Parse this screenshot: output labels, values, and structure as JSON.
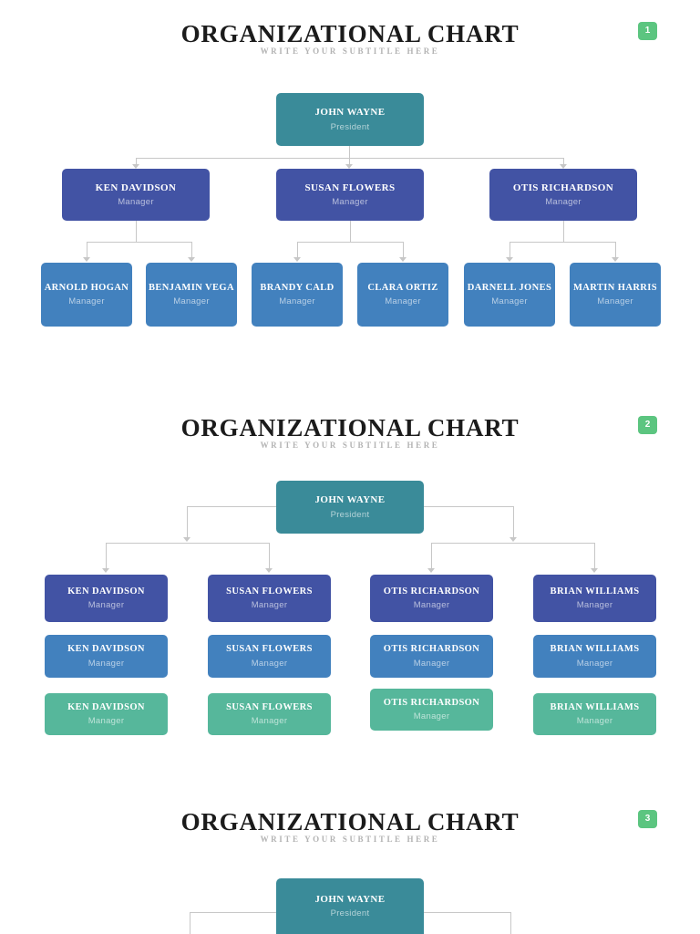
{
  "colors": {
    "teal": "#3A8B99",
    "indigo": "#4253A4",
    "blue": "#4281BE",
    "green": "#56B79B",
    "badge_green": "#5CC580",
    "connector": "#C7C7C7"
  },
  "sections": [
    {
      "title": "ORGANIZATIONAL CHART",
      "subtitle": "WRITE YOUR SUBTITLE HERE",
      "badge": "1",
      "president": {
        "name": "JOHN WAYNE",
        "role": "President"
      },
      "managers": [
        {
          "name": "KEN DAVIDSON",
          "role": "Manager"
        },
        {
          "name": "SUSAN FLOWERS",
          "role": "Manager"
        },
        {
          "name": "OTIS RICHARDSON",
          "role": "Manager"
        }
      ],
      "staff": [
        {
          "name": "ARNOLD HOGAN",
          "role": "Manager"
        },
        {
          "name": "BENJAMIN VEGA",
          "role": "Manager"
        },
        {
          "name": "BRANDY CALD",
          "role": "Manager"
        },
        {
          "name": "CLARA ORTIZ",
          "role": "Manager"
        },
        {
          "name": "DARNELL JONES",
          "role": "Manager"
        },
        {
          "name": "MARTIN HARRIS",
          "role": "Manager"
        }
      ]
    },
    {
      "title": "ORGANIZATIONAL CHART",
      "subtitle": "WRITE YOUR SUBTITLE HERE",
      "badge": "2",
      "president": {
        "name": "JOHN WAYNE",
        "role": "President"
      },
      "columns": [
        {
          "name": "KEN DAVIDSON",
          "role": "Manager"
        },
        {
          "name": "SUSAN FLOWERS",
          "role": "Manager"
        },
        {
          "name": "OTIS RICHARDSON",
          "role": "Manager"
        },
        {
          "name": "BRIAN WILLIAMS",
          "role": "Manager"
        }
      ]
    },
    {
      "title": "ORGANIZATIONAL CHART",
      "subtitle": "WRITE YOUR SUBTITLE HERE",
      "badge": "3",
      "president": {
        "name": "JOHN WAYNE",
        "role": "President"
      }
    }
  ]
}
